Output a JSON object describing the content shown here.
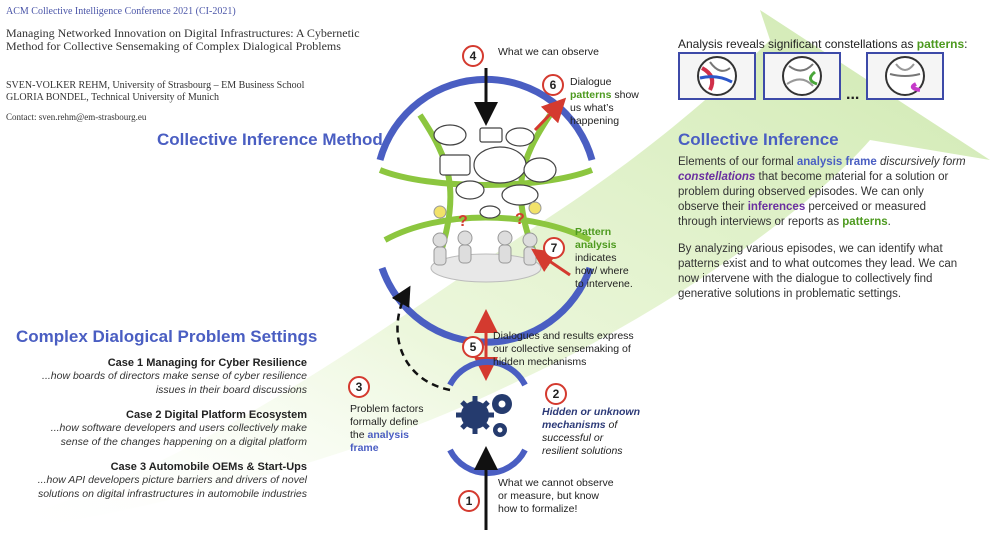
{
  "header": {
    "conference": "ACM Collective Intelligence Conference 2021 (CI-2021)",
    "title": "Managing Networked Innovation on Digital Infrastructures: A Cybernetic Method for Collective Sensemaking of Complex Dialogical Problems",
    "author1": "SVEN-VOLKER REHM, University of Strasbourg – EM Business School",
    "author2": "GLORIA BONDEL, Technical University of Munich",
    "contact": "Contact: sven.rehm@em-strasbourg.eu"
  },
  "method_title": "Collective Inference Method",
  "complex": {
    "title": "Complex Dialogical Problem Settings",
    "cases": [
      {
        "title": "Case 1 Managing for Cyber Resilience",
        "desc1": "...how boards of directors make sense of cyber resilience",
        "desc2": "issues in their board discussions"
      },
      {
        "title": "Case 2 Digital Platform Ecosystem",
        "desc1": "...how software developers and users collectively make",
        "desc2": "sense of the changes happening on a digital platform"
      },
      {
        "title": "Case 3 Automobile OEMs & Start-Ups",
        "desc1": "...how API developers picture barriers and drivers of novel",
        "desc2": "solutions on digital infrastructures in automobile industries"
      }
    ]
  },
  "analysis": {
    "reveals_prefix": "Analysis reveals significant constellations as ",
    "reveals_word": "patterns",
    "reveals_suffix": ":",
    "ellipsis": "..."
  },
  "inference": {
    "title": "Collective Inference",
    "p1": {
      "a": "Elements of our formal ",
      "b": "analysis frame",
      "c": " discursively form",
      "d": "constellations",
      "e": " that become material for a solution or",
      "f": "problem during observed episodes. We can only",
      "g": "observe their ",
      "h": "inferences",
      "i": " perceived or measured",
      "j": "through interviews or reports as ",
      "k": "patterns",
      "l": "."
    },
    "p2": [
      "By analyzing various episodes, we can identify what",
      "patterns exist and to what outcomes they lead. We can",
      "now intervene with the dialogue to collectively find",
      "generative solutions in problematic settings."
    ]
  },
  "steps": {
    "s1": {
      "num": "1",
      "lines": [
        "What we cannot observe",
        "or measure, but know",
        "how to formalize!"
      ]
    },
    "s2": {
      "num": "2",
      "a": "Hidden or unknown",
      "b": "mechanisms",
      "c": " of",
      "d": "successful or",
      "e": "resilient solutions"
    },
    "s3": {
      "num": "3",
      "l1": "Problem factors",
      "l2": "formally define",
      "l3a": "the ",
      "l3b": "analysis",
      "l4": "frame"
    },
    "s4": {
      "num": "4",
      "text": "What we can observe"
    },
    "s5": {
      "num": "5",
      "lines": [
        "Dialogues and results express",
        "our collective sensemaking of",
        "hidden mechanisms"
      ]
    },
    "s6": {
      "num": "6",
      "l1": "Dialogue",
      "l2a": "patterns",
      "l2b": " show",
      "l3": "us what’s",
      "l4": "happening"
    },
    "s7": {
      "num": "7",
      "l1": "Pattern",
      "l2": "analysis",
      "l3": "indicates",
      "l4": "how/ where",
      "l5": "to intervene."
    }
  }
}
